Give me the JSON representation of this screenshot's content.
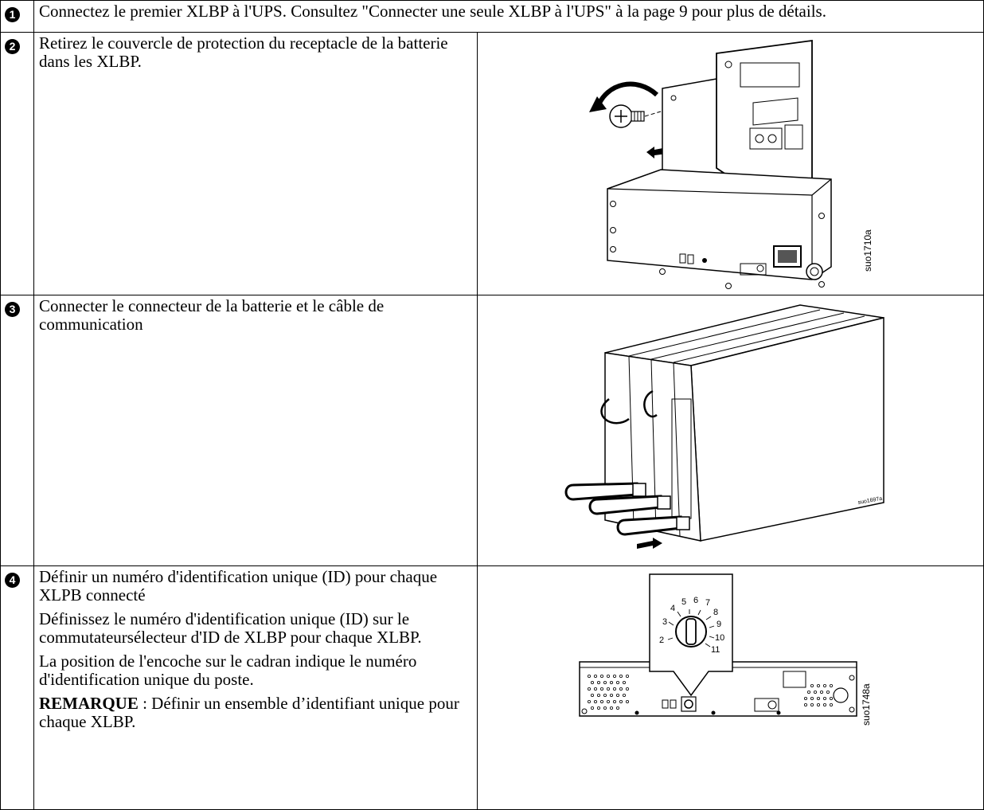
{
  "steps": [
    {
      "number": "1",
      "text": "Connectez le premier XLBP à l'UPS. Consultez \"Connecter une seule XLBP à l'UPS\" à la page 9 pour plus de détails."
    },
    {
      "number": "2",
      "text": "Retirez le couvercle de protection du receptacle de la batterie dans les XLBP.",
      "figure_code": "suo1710a"
    },
    {
      "number": "3",
      "text": "Connecter le connecteur de la batterie et le câble de communication",
      "figure_code": "suo1697a"
    },
    {
      "number": "4",
      "paragraphs": [
        "Définir un numéro d'identification unique (ID) pour chaque XLPB connecté",
        "Définissez le numéro d'identification unique (ID) sur le commutateursélecteur d'ID de XLBP  pour chaque XLBP.",
        "La position de l'encoche sur le cadran indique le numéro d'identification unique du poste."
      ],
      "note_label": "REMARQUE",
      "note_text": " : Définir un ensemble d’identifiant unique pour chaque XLBP.",
      "dial_numbers": [
        "2",
        "3",
        "4",
        "5",
        "6",
        "7",
        "8",
        "9",
        "10",
        "11"
      ],
      "figure_code": "suo1748a"
    }
  ]
}
